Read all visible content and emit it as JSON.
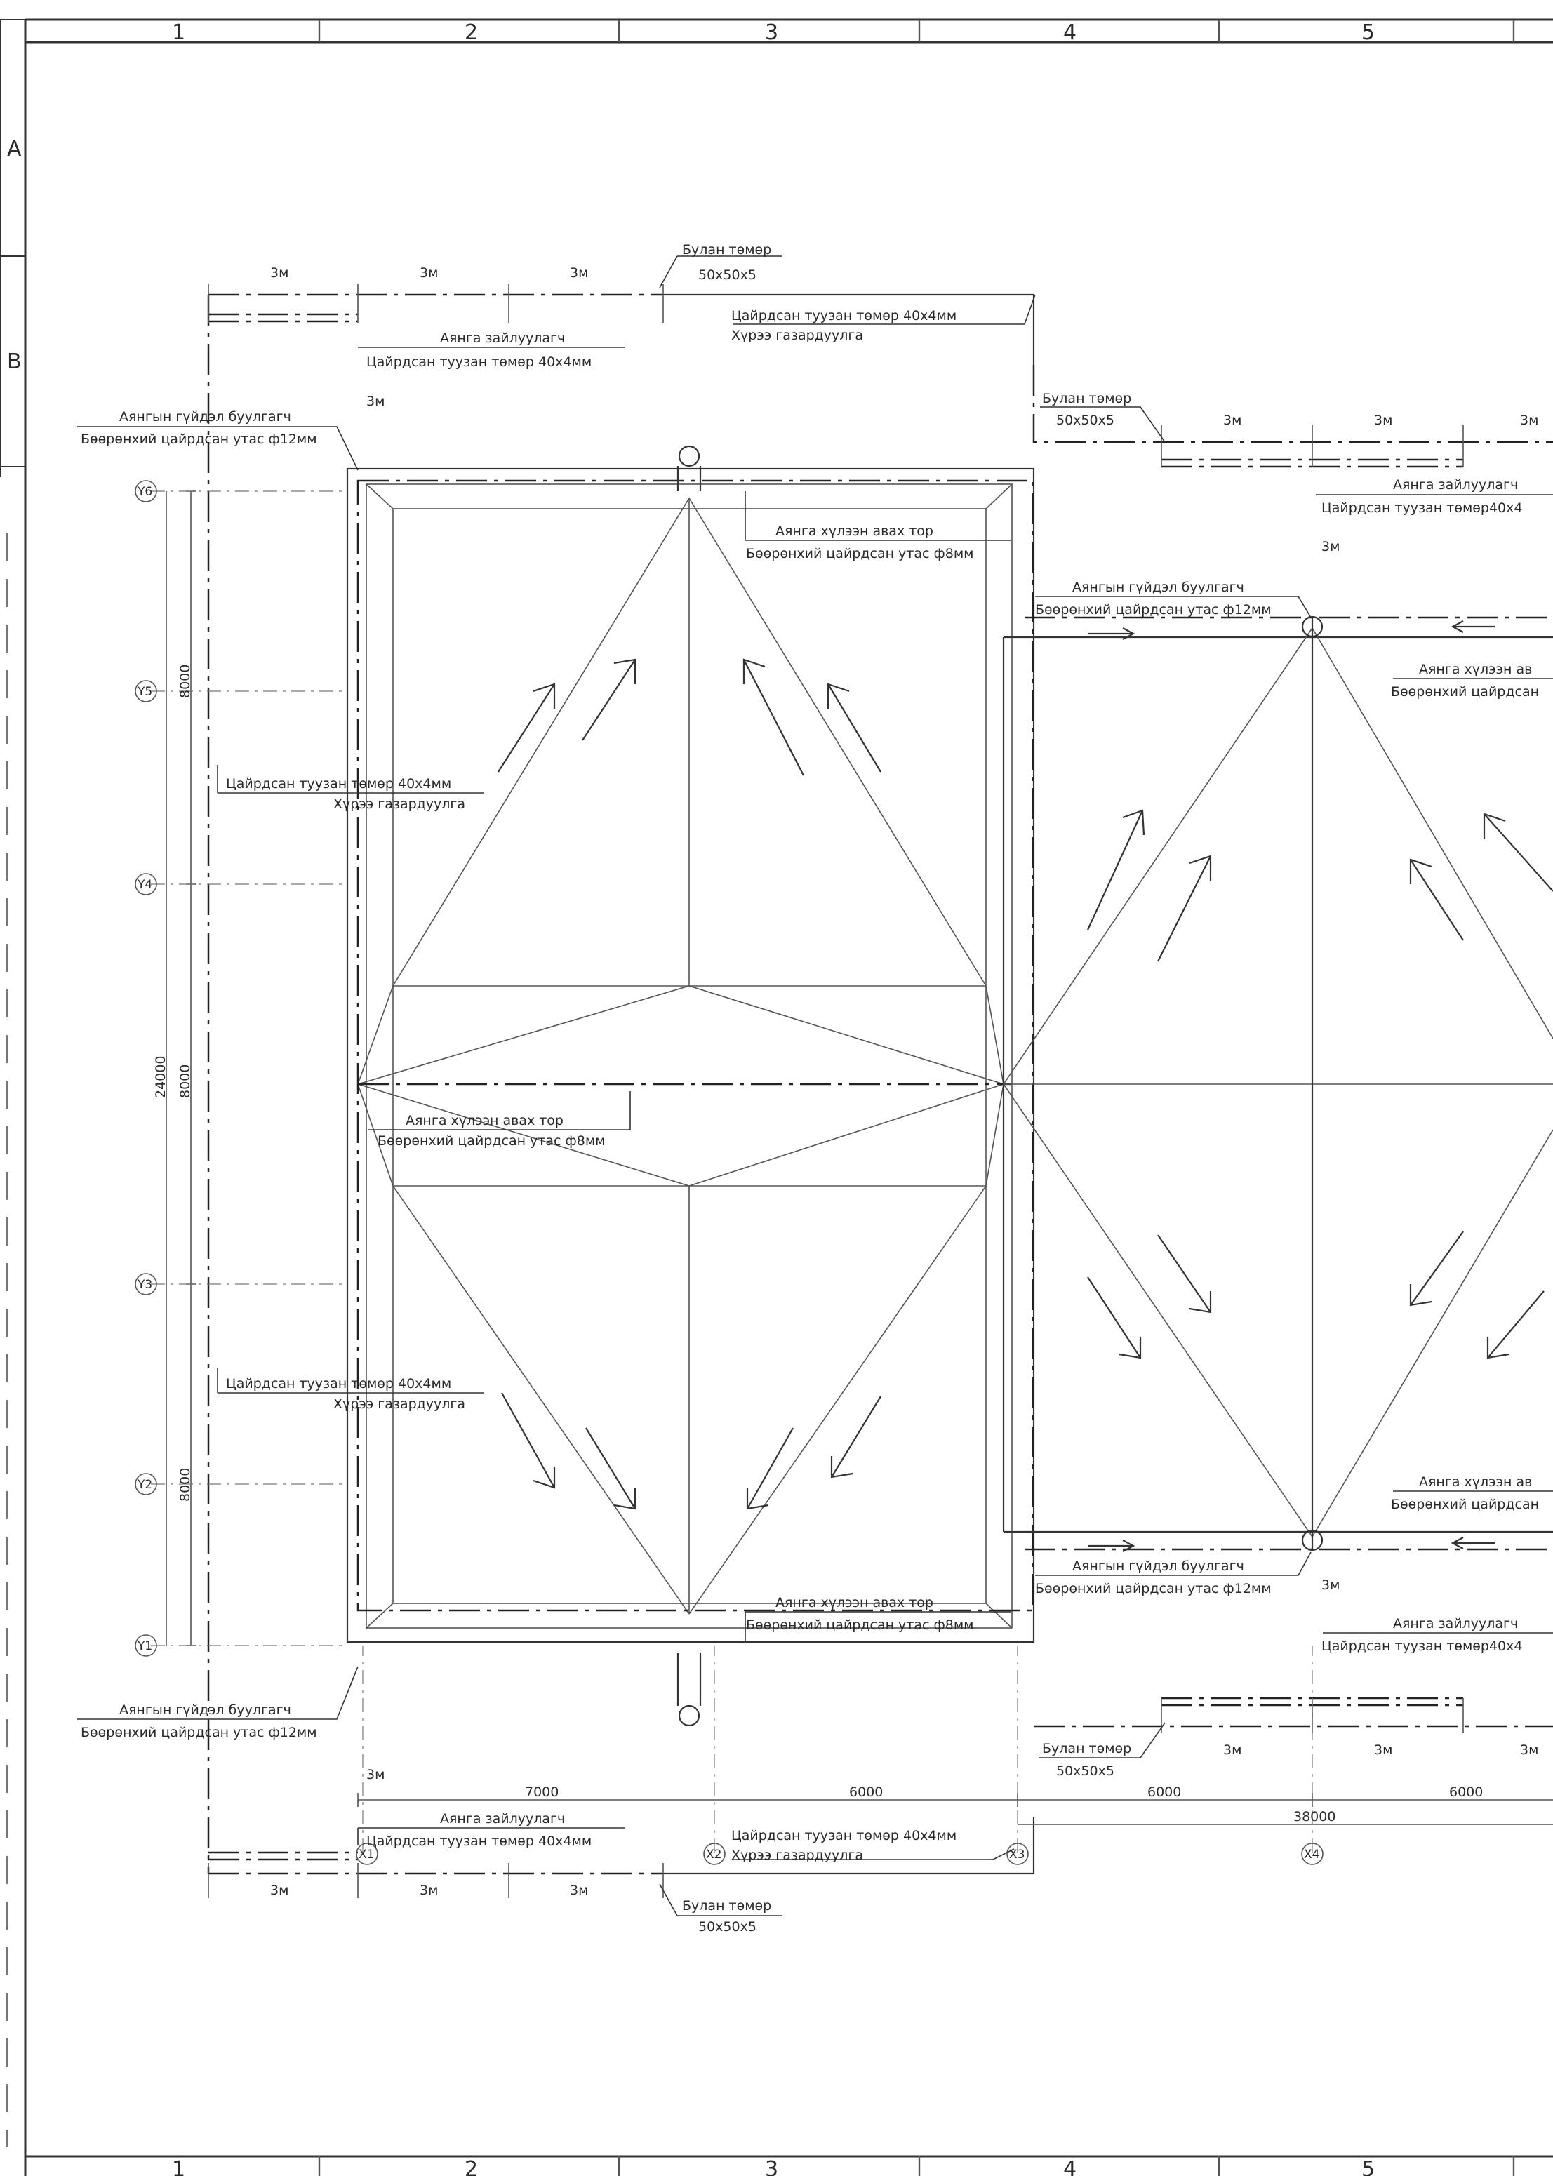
{
  "frame": {
    "columns": [
      "1",
      "2",
      "3",
      "4",
      "5"
    ],
    "rows": [
      "A",
      "B"
    ]
  },
  "labels": {
    "corner_angle": "Булан төмөр",
    "corner_angle_size": "50x50x5",
    "grounding_strip": "Цайрдсан туузан төмөр 40x4мм",
    "ground_loop": "Хүрээ газардуулга",
    "lightning_spreader": "Аянга зайлуулагч",
    "down_conductor": "Аянгын гүйдэл буулгагч",
    "wire_12": "Бөөрөнхий цайрдсан утас ф12мм",
    "receiving_mesh": "Аянга хүлээн авах тор",
    "wire_8": "Бөөрөнхий цайрдсан утас ф8мм",
    "dist_3m": "3м",
    "strip_cut": "Цайрдсан туузан төмөр40x4",
    "receiving_cut": "Аянга хүлээн ав",
    "wire_cut": "Бөөрөнхий цайрдсан"
  },
  "dimensions": {
    "span_8000": "8000",
    "total_24000": "24000",
    "x_7000": "7000",
    "x_6000": "6000",
    "total_38000": "38000"
  },
  "axes": {
    "y": [
      "Y6",
      "Y5",
      "Y4",
      "Y3",
      "Y2",
      "Y1"
    ],
    "x": [
      "X1",
      "X2",
      "X3",
      "X4"
    ]
  }
}
